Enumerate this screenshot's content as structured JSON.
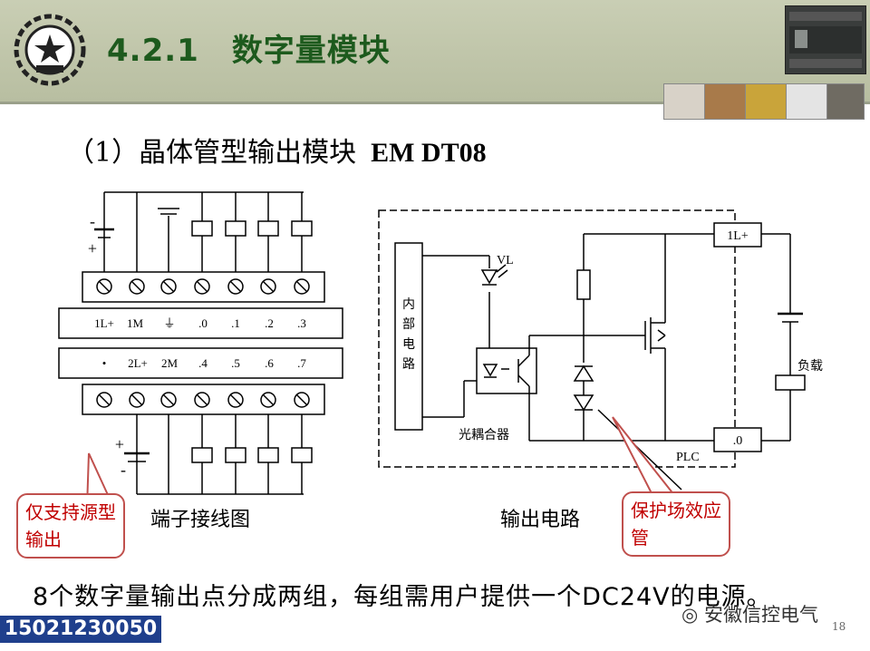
{
  "header": {
    "section_number": "4.2.1",
    "section_title": "数字量模块"
  },
  "subtitle": {
    "prefix": "（1）晶体管型输出模块",
    "model": "EM DT08"
  },
  "terminal_diagram": {
    "caption": "端子接线图",
    "upper_row_labels": [
      "1L+",
      "1M",
      "⏚",
      ".0",
      ".1",
      ".2",
      ".3"
    ],
    "lower_row_labels": [
      "•",
      "2L+",
      "2M",
      ".4",
      ".5",
      ".6",
      ".7"
    ],
    "supply_minus": "-",
    "supply_plus": "+"
  },
  "output_circuit": {
    "caption": "输出电路",
    "internal_circuit": "内部电路",
    "vl_label": "VL",
    "optocoupler_label": "光耦合器",
    "terminal_1l": "1L+",
    "terminal_0": ".0",
    "load_label": "负载",
    "plc_label": "PLC"
  },
  "callouts": {
    "source_type": "仅支持源型输出",
    "protection": "保护场效应管"
  },
  "bottom_note": "8个数字量输出点分成两组，每组需用户提供一个DC24V的电源。",
  "phone": "15021230050",
  "watermark": "安徽信控电气",
  "page_number": "18",
  "colors": {
    "title_green": "#1d5a1d",
    "callout_red": "#c00000",
    "phone_blue": "#1f3f8c"
  }
}
